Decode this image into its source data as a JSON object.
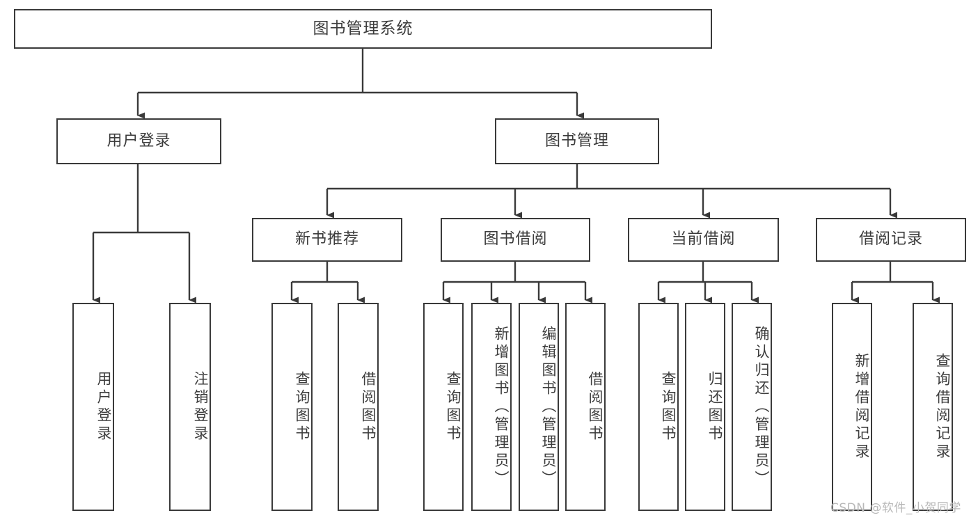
{
  "diagram": {
    "title": "图书管理系统",
    "watermark": "CSDN @软件_小贺同学",
    "colors": {
      "stroke": "#3a3a3a",
      "text": "#3c3c3c",
      "background": "#ffffff",
      "watermark": "#b8b8b8"
    },
    "root": {
      "label": "图书管理系统"
    },
    "level1": [
      {
        "label": "用户登录"
      },
      {
        "label": "图书管理"
      }
    ],
    "level2": [
      {
        "label": "新书推荐"
      },
      {
        "label": "图书借阅"
      },
      {
        "label": "当前借阅"
      },
      {
        "label": "借阅记录"
      }
    ],
    "leaves": {
      "user_login": [
        {
          "label": "用户登录"
        },
        {
          "label": "注销登录"
        }
      ],
      "new_book": [
        {
          "label": "查询图书"
        },
        {
          "label": "借阅图书"
        }
      ],
      "book_borrow": [
        {
          "label": "查询图书"
        },
        {
          "label": "新增图书（管理员）"
        },
        {
          "label": "编辑图书（管理员）"
        },
        {
          "label": "借阅图书"
        }
      ],
      "current_borrow": [
        {
          "label": "查询图书"
        },
        {
          "label": "归还图书"
        },
        {
          "label": "确认归还（管理员）"
        }
      ],
      "borrow_record": [
        {
          "label": "新增借阅记录"
        },
        {
          "label": "查询借阅记录"
        }
      ]
    }
  }
}
